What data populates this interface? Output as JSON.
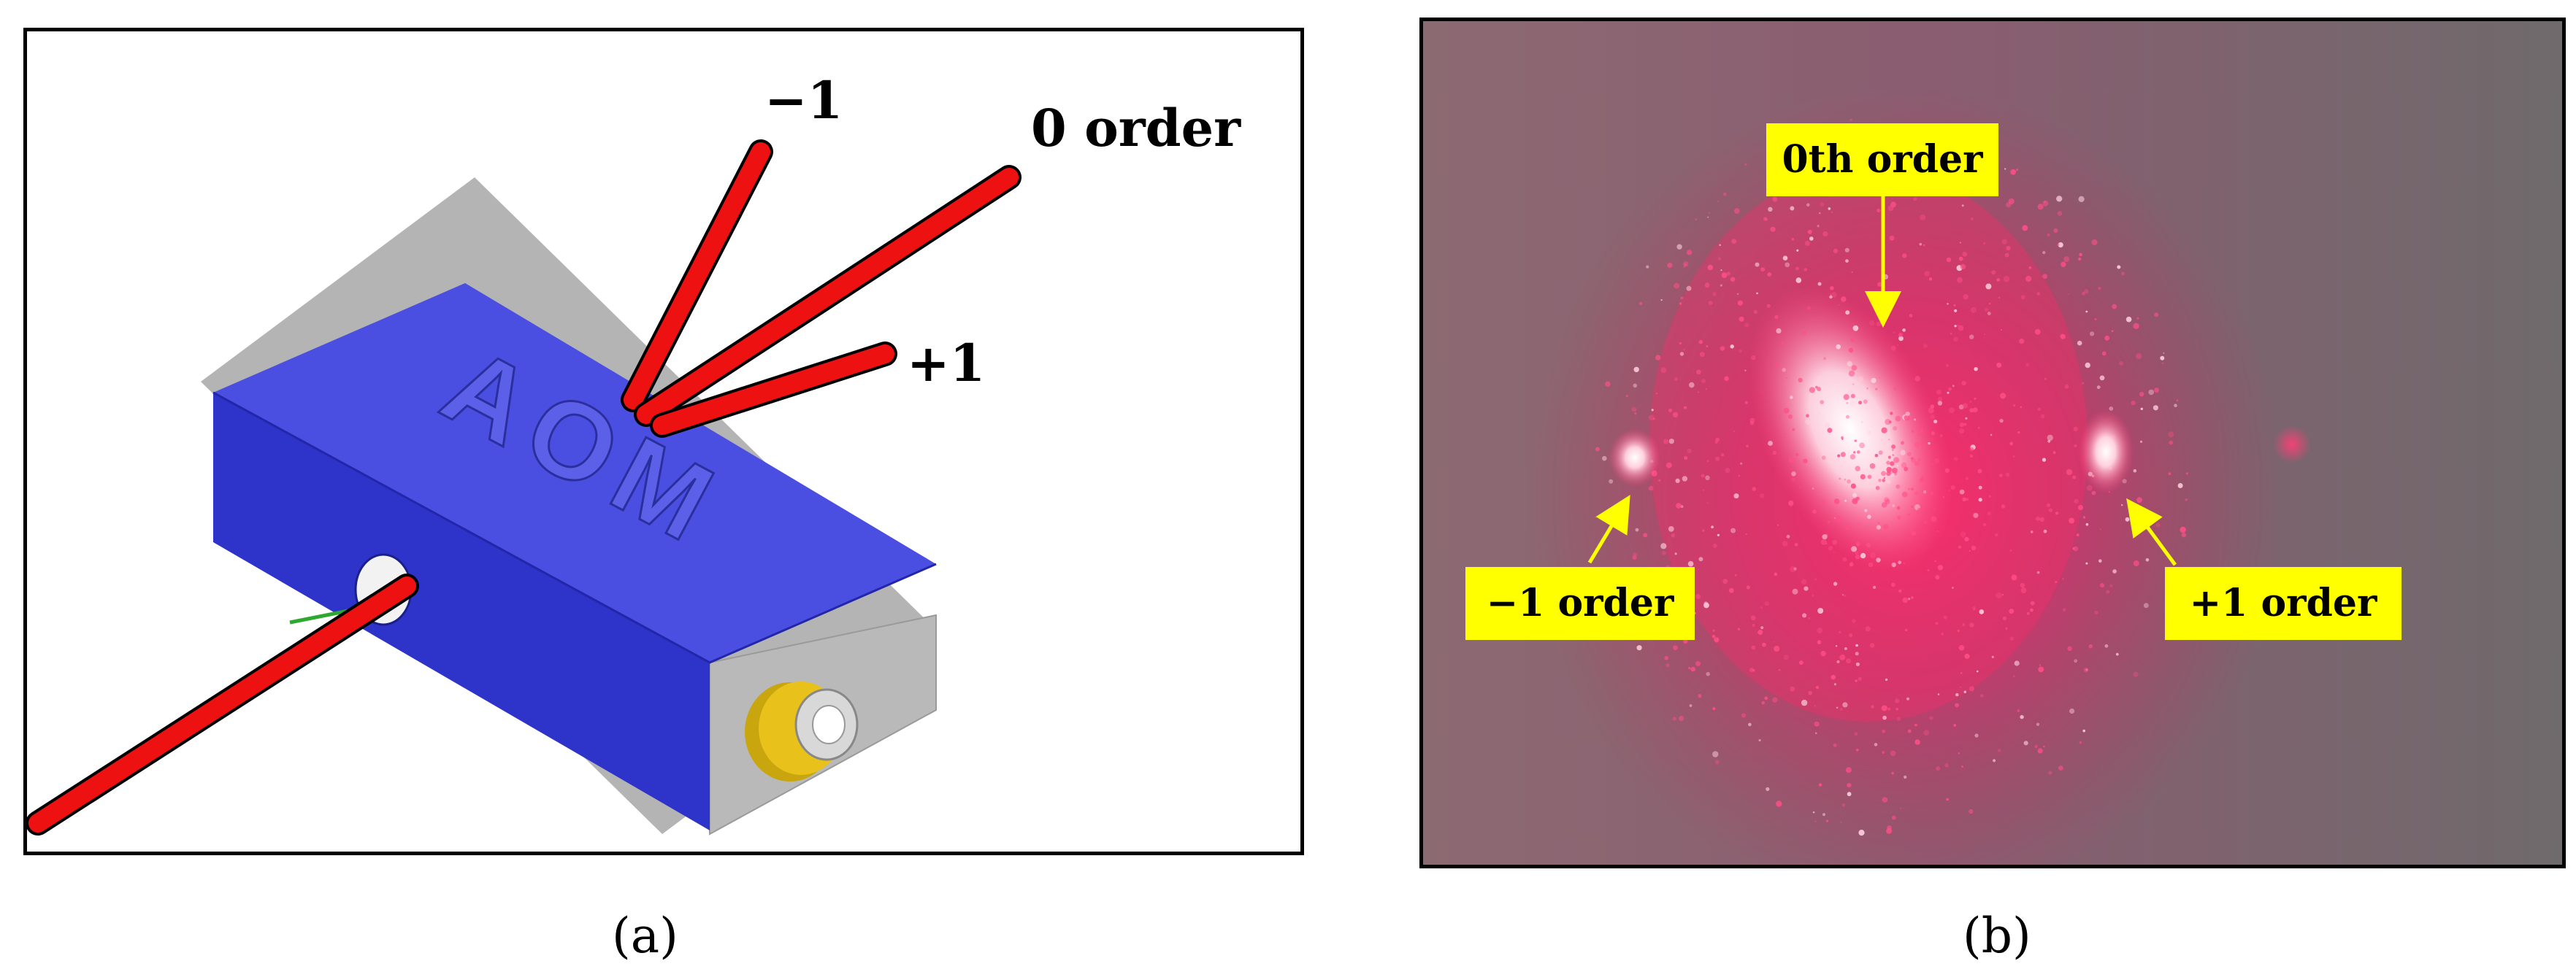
{
  "panel_a": {
    "device_label": "AOM",
    "beam_labels": {
      "minus_one": "−1",
      "zero": "0 order",
      "plus_one": "+1"
    },
    "caption": "(a)"
  },
  "panel_b": {
    "tags": {
      "zeroth": "0th  order",
      "minus_one": "−1 order",
      "plus_one": "+1 order"
    },
    "caption": "(b)"
  },
  "colors": {
    "beam_red": "#ee1111",
    "aom_blue": "#3f3fd6",
    "aom_side": "#2a2fc4",
    "aom_top": "#4b4fe0",
    "base_gray": "#b9b9b9",
    "connector_gold": "#e8c21a",
    "tag_yellow": "#ffff00",
    "arrow_yellow": "#ffff00",
    "laser_pink": "#ff2f6e"
  }
}
